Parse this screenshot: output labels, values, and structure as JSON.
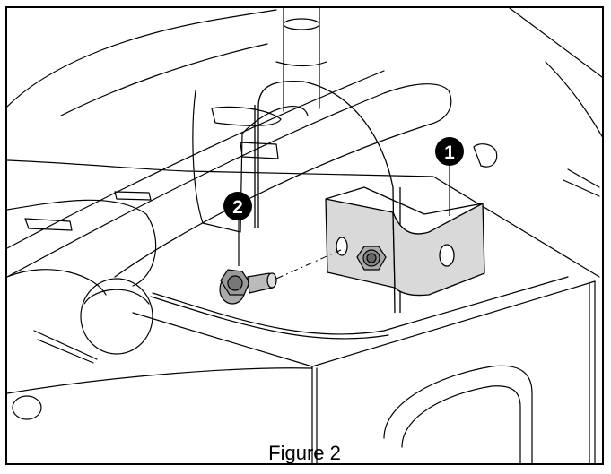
{
  "figure": {
    "caption": "Figure 2",
    "callouts": [
      {
        "label": "1"
      },
      {
        "label": "2"
      }
    ]
  },
  "colors": {
    "line": "#000000",
    "bracket_fill": "#d9d9d9",
    "callout_fill": "#000000"
  }
}
